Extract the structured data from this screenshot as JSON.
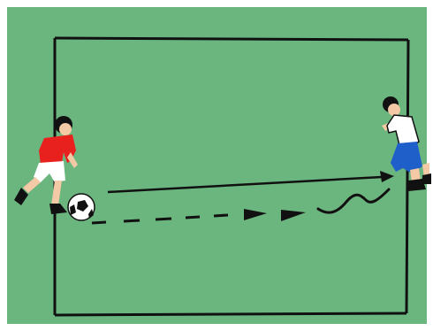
{
  "diagram": {
    "background_color": "#ffffff",
    "field_color": "#6bb57e",
    "line_color": "#111111",
    "player_one": {
      "shirt_color": "#e8201e",
      "shorts_color": "#ffffff",
      "skin_color": "#f3c9a6",
      "hair_color": "#111111"
    },
    "player_two": {
      "shirt_color": "#ffffff",
      "shorts_color": "#1f5fc9",
      "skin_color": "#f3c9a6",
      "hair_color": "#111111"
    },
    "ball_colors": [
      "#ffffff",
      "#111111"
    ],
    "paths": [
      {
        "type": "pass",
        "style": "solid-arrow"
      },
      {
        "type": "dribble",
        "style": "dashed-arrow"
      },
      {
        "type": "run",
        "style": "wavy-line"
      }
    ]
  }
}
